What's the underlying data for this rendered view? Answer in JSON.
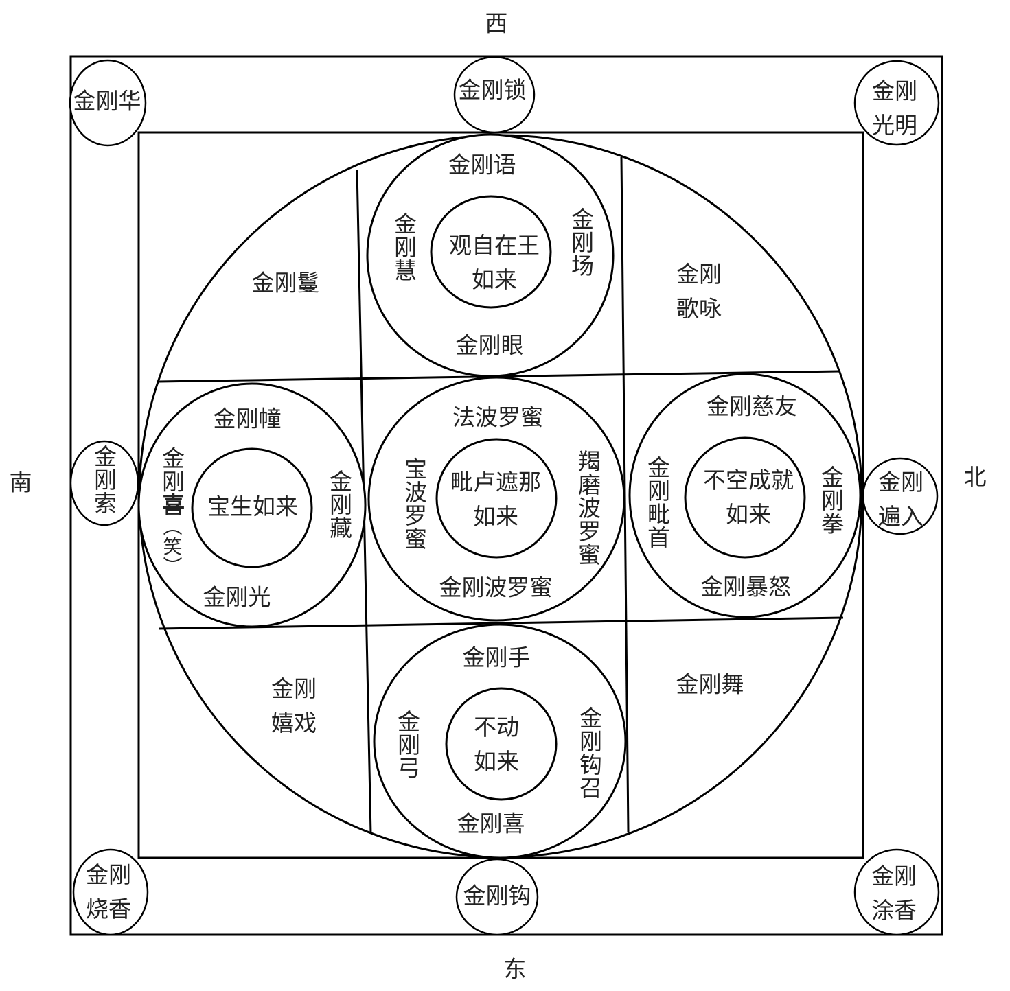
{
  "directions": {
    "west": "西",
    "east": "东",
    "south": "南",
    "north": "北"
  },
  "gate_circles": {
    "top_left": "金刚华",
    "top_center": "金刚锁",
    "top_right": [
      "金刚",
      "光明"
    ],
    "left_middle": "金刚索",
    "right_middle": [
      "金刚",
      "遍入"
    ],
    "bottom_left": [
      "金刚",
      "烧香"
    ],
    "bottom_center": "金刚钩",
    "bottom_right": [
      "金刚",
      "涂香"
    ]
  },
  "quadrants": {
    "top_left": "金刚鬘",
    "top_right": [
      "金刚",
      "歌咏"
    ],
    "bottom_left": [
      "金刚",
      "嬉戏"
    ],
    "bottom_right": "金刚舞"
  },
  "buddha_circles": {
    "west": {
      "center": [
        "观自在王",
        "如来"
      ],
      "top": "金刚语",
      "bottom": "金刚眼",
      "left": "金刚慧",
      "right": "金刚场"
    },
    "south": {
      "center": "宝生如来",
      "top": "金刚幢",
      "bottom": "金刚光",
      "left": [
        "金刚",
        "喜",
        "（笑）"
      ],
      "right": "金刚藏"
    },
    "center": {
      "center": [
        "毗卢遮那",
        "如来"
      ],
      "top": "法波罗蜜",
      "bottom": "金刚波罗蜜",
      "left": "宝波罗蜜",
      "right": "羯磨波罗蜜"
    },
    "north": {
      "center": [
        "不空成就",
        "如来"
      ],
      "top": "金刚慈友",
      "bottom": "金刚暴怒",
      "left": "金刚毗首",
      "right": "金刚拳"
    },
    "east": {
      "center": [
        "不动",
        "如来"
      ],
      "top": "金刚手",
      "bottom": "金刚喜",
      "left": "金刚弓",
      "right": "金刚钩召"
    }
  },
  "colors": {
    "line": "#000000",
    "text": "#222222",
    "background": "#ffffff"
  }
}
